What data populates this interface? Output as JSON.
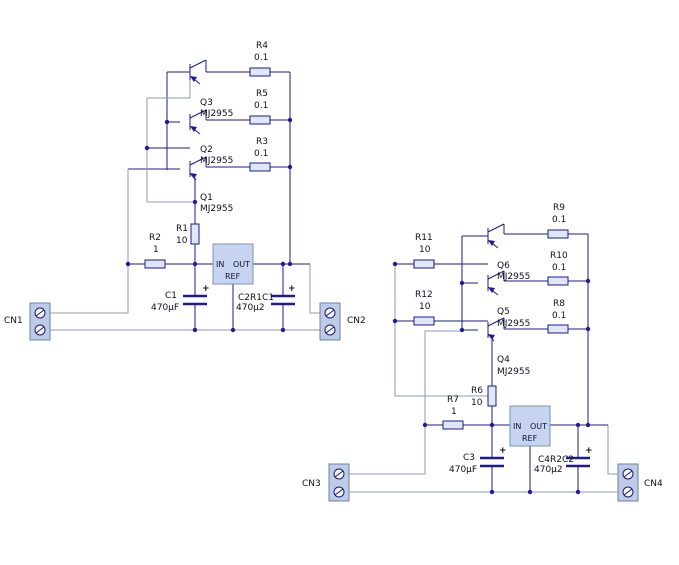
{
  "connectors": {
    "cn1": "CN1",
    "cn2": "CN2",
    "cn3": "CN3",
    "cn4": "CN4"
  },
  "circuit_a": {
    "r4": {
      "name": "R4",
      "value": "0.1"
    },
    "r5": {
      "name": "R5",
      "value": "0.1"
    },
    "r3": {
      "name": "R3",
      "value": "0.1"
    },
    "r1": {
      "name": "R1",
      "value": "10"
    },
    "r2": {
      "name": "R2",
      "value": "1"
    },
    "q3": {
      "name": "Q3",
      "part": "MJ2955"
    },
    "q2": {
      "name": "Q2",
      "part": "MJ2955"
    },
    "q1": {
      "name": "Q1",
      "part": "MJ2955"
    },
    "c1": {
      "name": "C1",
      "value": "470µF"
    },
    "c2_overlap": "C2R1C1",
    "c2_overlap_value": "470µ2",
    "reg": {
      "in": "IN",
      "out": "OUT",
      "ref": "REF"
    },
    "plus": "+"
  },
  "circuit_b": {
    "r9": {
      "name": "R9",
      "value": "0.1"
    },
    "r10": {
      "name": "R10",
      "value": "0.1"
    },
    "r8": {
      "name": "R8",
      "value": "0.1"
    },
    "r11": {
      "name": "R11",
      "value": "10"
    },
    "r12": {
      "name": "R12",
      "value": "10"
    },
    "r6": {
      "name": "R6",
      "value": "10"
    },
    "r7": {
      "name": "R7",
      "value": "1"
    },
    "q6": {
      "name": "Q6",
      "part": "MJ2955"
    },
    "q5": {
      "name": "Q5",
      "part": "MJ2955"
    },
    "q4": {
      "name": "Q4",
      "part": "MJ2955"
    },
    "c3": {
      "name": "C3",
      "value": "470µF"
    },
    "c4_overlap": "C4R2C2",
    "c4_overlap_value": "470µ2",
    "reg": {
      "in": "IN",
      "out": "OUT",
      "ref": "REF"
    },
    "plus": "+"
  }
}
